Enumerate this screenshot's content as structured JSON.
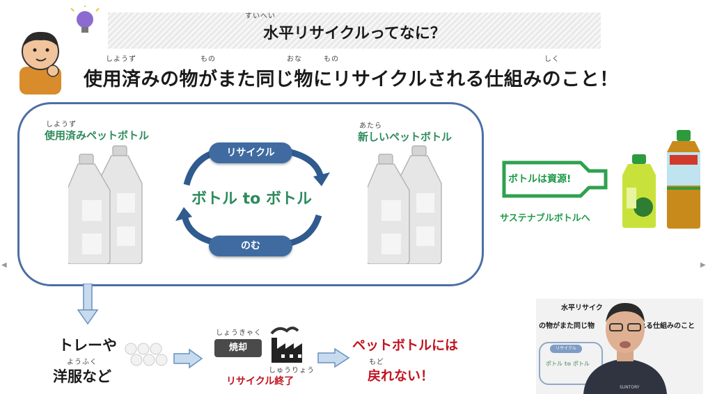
{
  "header": {
    "ruby_title": "すいへい",
    "title": "水平リサイクルってなに？",
    "ruby_sub_1": "しようず",
    "ruby_sub_2": "もの",
    "ruby_sub_3": "おな",
    "ruby_sub_4": "もの",
    "ruby_sub_5": "しく",
    "subtitle": "使用済みの物がまた同じ物にリサイクルされる仕組みのこと！"
  },
  "diagram": {
    "left_ruby": "しようず",
    "left_label": "使用済みペットボトル",
    "right_ruby": "あたら",
    "right_label": "新しいペットボトル",
    "top_pill": "リサイクル",
    "center_text": "ボトル to ボトル",
    "bottom_pill": "のむ"
  },
  "side": {
    "banner_text": "ボトルは資源!",
    "sustain_text": "サステナブルボトルへ"
  },
  "flow": {
    "tray_text": "トレーや",
    "clothes_ruby": "ようふく",
    "clothes_text": "洋服など",
    "burn_ruby": "しょうきゃく",
    "burn_label": "焼却",
    "end_ruby": "しゅうりょう",
    "end_text": "リサイクル終了",
    "pet_text_1": "ペットボトルには",
    "pet_ruby": "もど",
    "pet_text_2": "戻れない！"
  },
  "inset": {
    "mini_title": "水平リサイク",
    "mini_sub_left": "の物がまた同じ物",
    "mini_sub_right": "される仕組みのこと",
    "mini_pill": "リサイクル",
    "mini_center": "ボトル to ボトル",
    "shirt_text": "SUNTORY"
  },
  "colors": {
    "accent_blue": "#3f6ba1",
    "accent_green": "#2d8a5b",
    "accent_red": "#c1121f"
  }
}
